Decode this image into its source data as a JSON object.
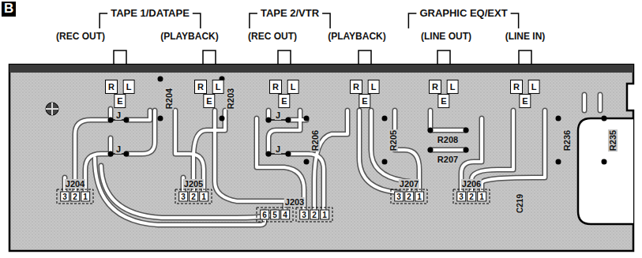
{
  "diagram": {
    "labels": [
      "B",
      "TAPE 1/DATAPE",
      "TAPE 2/VTR",
      "GRAPHIC EQ/EXT",
      "(REC OUT)",
      "(PLAYBACK)",
      "(REC OUT)",
      "(PLAYBACK)",
      "(LINE OUT)",
      "(LINE IN)",
      "R",
      "L",
      "E",
      "R",
      "L",
      "E",
      "R",
      "L",
      "E",
      "R",
      "L",
      "E",
      "R",
      "L",
      "E",
      "R",
      "L",
      "E",
      "R204",
      "R203",
      "R206",
      "R205",
      "R208",
      "R236",
      "R235",
      "J",
      "J",
      "J",
      "J",
      "R207",
      "J204",
      "3",
      "2",
      "1",
      "J205",
      "3",
      "2",
      "1",
      "J203",
      "6",
      "5",
      "4",
      "3",
      "2",
      "1",
      "J207",
      "3",
      "2",
      "1",
      "J206",
      "3",
      "2",
      "1",
      "C219"
    ]
  }
}
